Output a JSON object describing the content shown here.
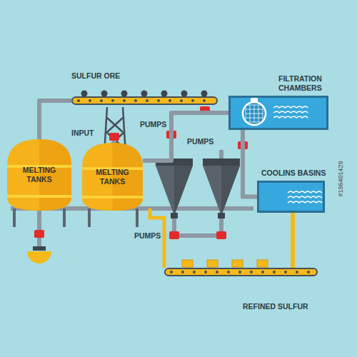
{
  "diagram": {
    "nodes": [
      {
        "text": [
          "SULFUR ORE"
        ]
      },
      {
        "text": [
          "MELTING TANKS"
        ]
      },
      {
        "text": [
          "MELTING TANKS"
        ]
      },
      {
        "text": [
          "FILTRATION CHAMBERS"
        ]
      },
      {
        "text": [
          "COOLINS BASINS"
        ]
      },
      {
        "text": [
          "REFINED SULFUR"
        ]
      }
    ],
    "edges": [
      {
        "from": 0,
        "to": 1,
        "arrow": "none"
      },
      {
        "from": 2,
        "to": 3,
        "arrow": "none"
      },
      {
        "from": 3,
        "to": 4,
        "arrow": "none"
      },
      {
        "from": 4,
        "to": 5,
        "arrow": "none"
      }
    ],
    "labels": [
      "INPUT",
      "PUMPS",
      "PUMPS",
      "PUMPS",
      "#196401429"
    ]
  }
}
